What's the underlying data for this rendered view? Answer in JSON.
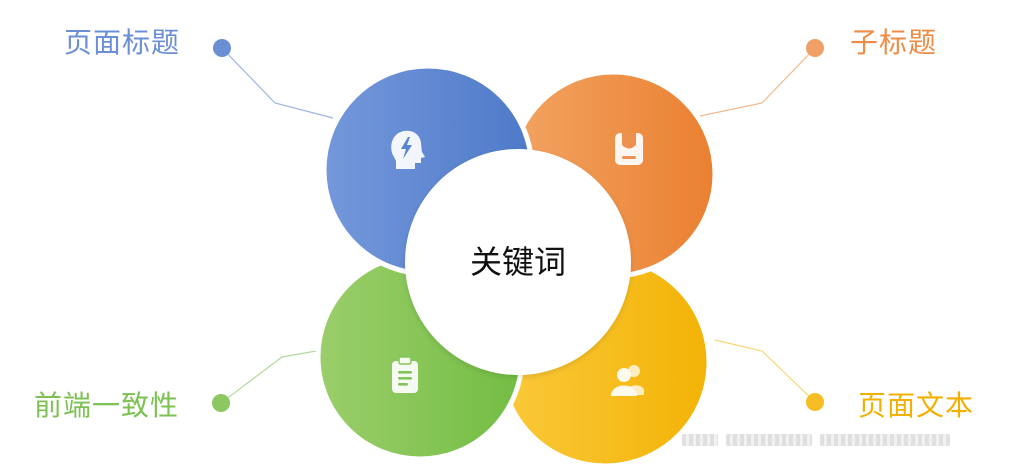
{
  "center": {
    "text": "关键词"
  },
  "items": [
    {
      "id": "top-left",
      "label": "页面标题",
      "color": "#6B8FD4",
      "icon": "brain-lightning-icon"
    },
    {
      "id": "top-right",
      "label": "子标题",
      "color": "#EE8C45",
      "icon": "tag-card-icon"
    },
    {
      "id": "bottom-left",
      "label": "前端一致性",
      "color": "#7CC151",
      "icon": "clipboard-icon"
    },
    {
      "id": "bottom-right",
      "label": "页面文本",
      "color": "#F5B514",
      "icon": "users-icon"
    }
  ]
}
